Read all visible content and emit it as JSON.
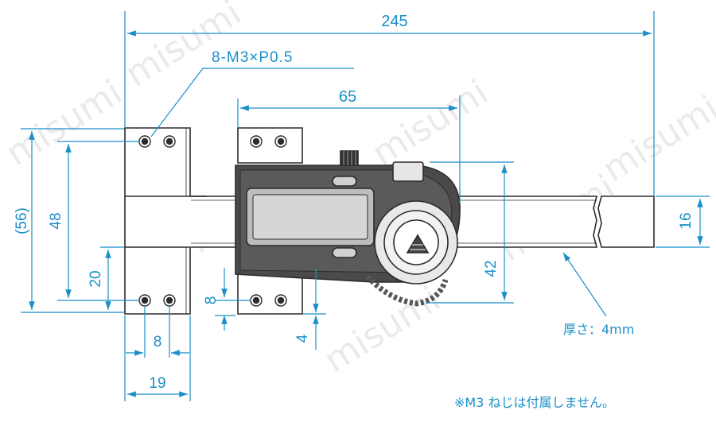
{
  "dimensions": {
    "overall_length": "245",
    "screw_callout": "8-M3×P0.5",
    "caliper_width": "65",
    "total_height": "(56)",
    "hole_span_height": "48",
    "lower_height": "20",
    "hole_pitch_h": "8",
    "jaw_width": "19",
    "hole_pitch_v": "8",
    "edge_offset": "4",
    "head_height": "42",
    "beam_height": "16"
  },
  "notes": {
    "thickness": "厚さ：4mm",
    "footnote": "※M3 ねじは付属しません。"
  },
  "watermark": "misumi",
  "colors": {
    "dimension_line": "#1a8fc9",
    "outline": "#2b2b2b",
    "body_fill": "#3b3b3b"
  }
}
